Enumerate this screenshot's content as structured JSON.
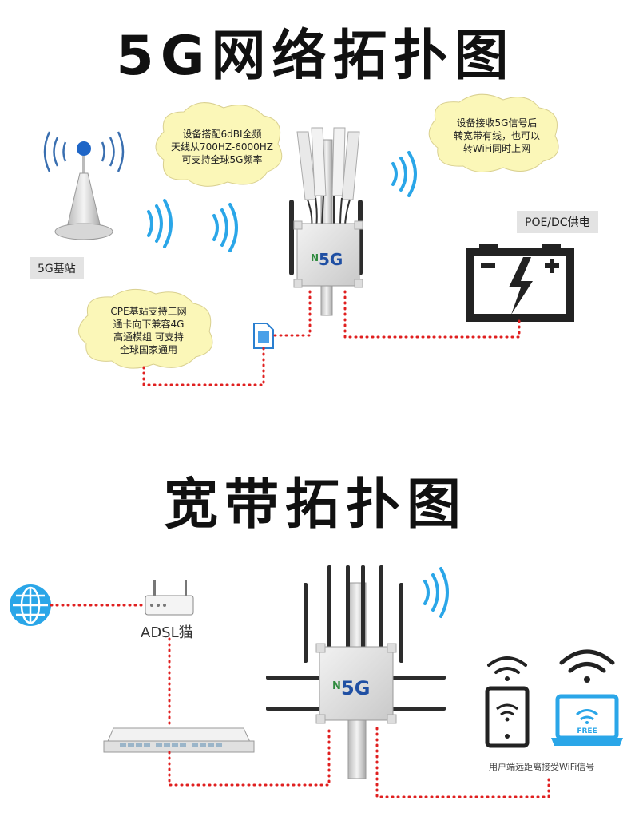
{
  "section1": {
    "title": "5G网络拓扑图",
    "base_station_label": "5G基站",
    "bubble_antenna": [
      "设备搭配6dBI全频",
      "天线从700HZ-6000HZ",
      "可支持全球5G频率"
    ],
    "bubble_signal": [
      "设备接收5G信号后",
      "转宽带有线，也可以",
      "转WiFi同时上网"
    ],
    "bubble_cpe": [
      "CPE基站支持三网",
      "通卡向下兼容4G",
      "高通模组 可支持",
      "全球国家通用"
    ],
    "power_label": "POE/DC供电",
    "device_logo": "5G"
  },
  "section2": {
    "title": "宽带拓扑图",
    "modem_label": "ADSL猫",
    "free_label": "FREE",
    "user_caption": "用户端远距离接受WiFi信号",
    "device_logo": "5G"
  },
  "colors": {
    "dotted_line": "#e02020",
    "wifi_blue": "#2aa6e8",
    "bubble_fill": "#fbf7b8"
  }
}
